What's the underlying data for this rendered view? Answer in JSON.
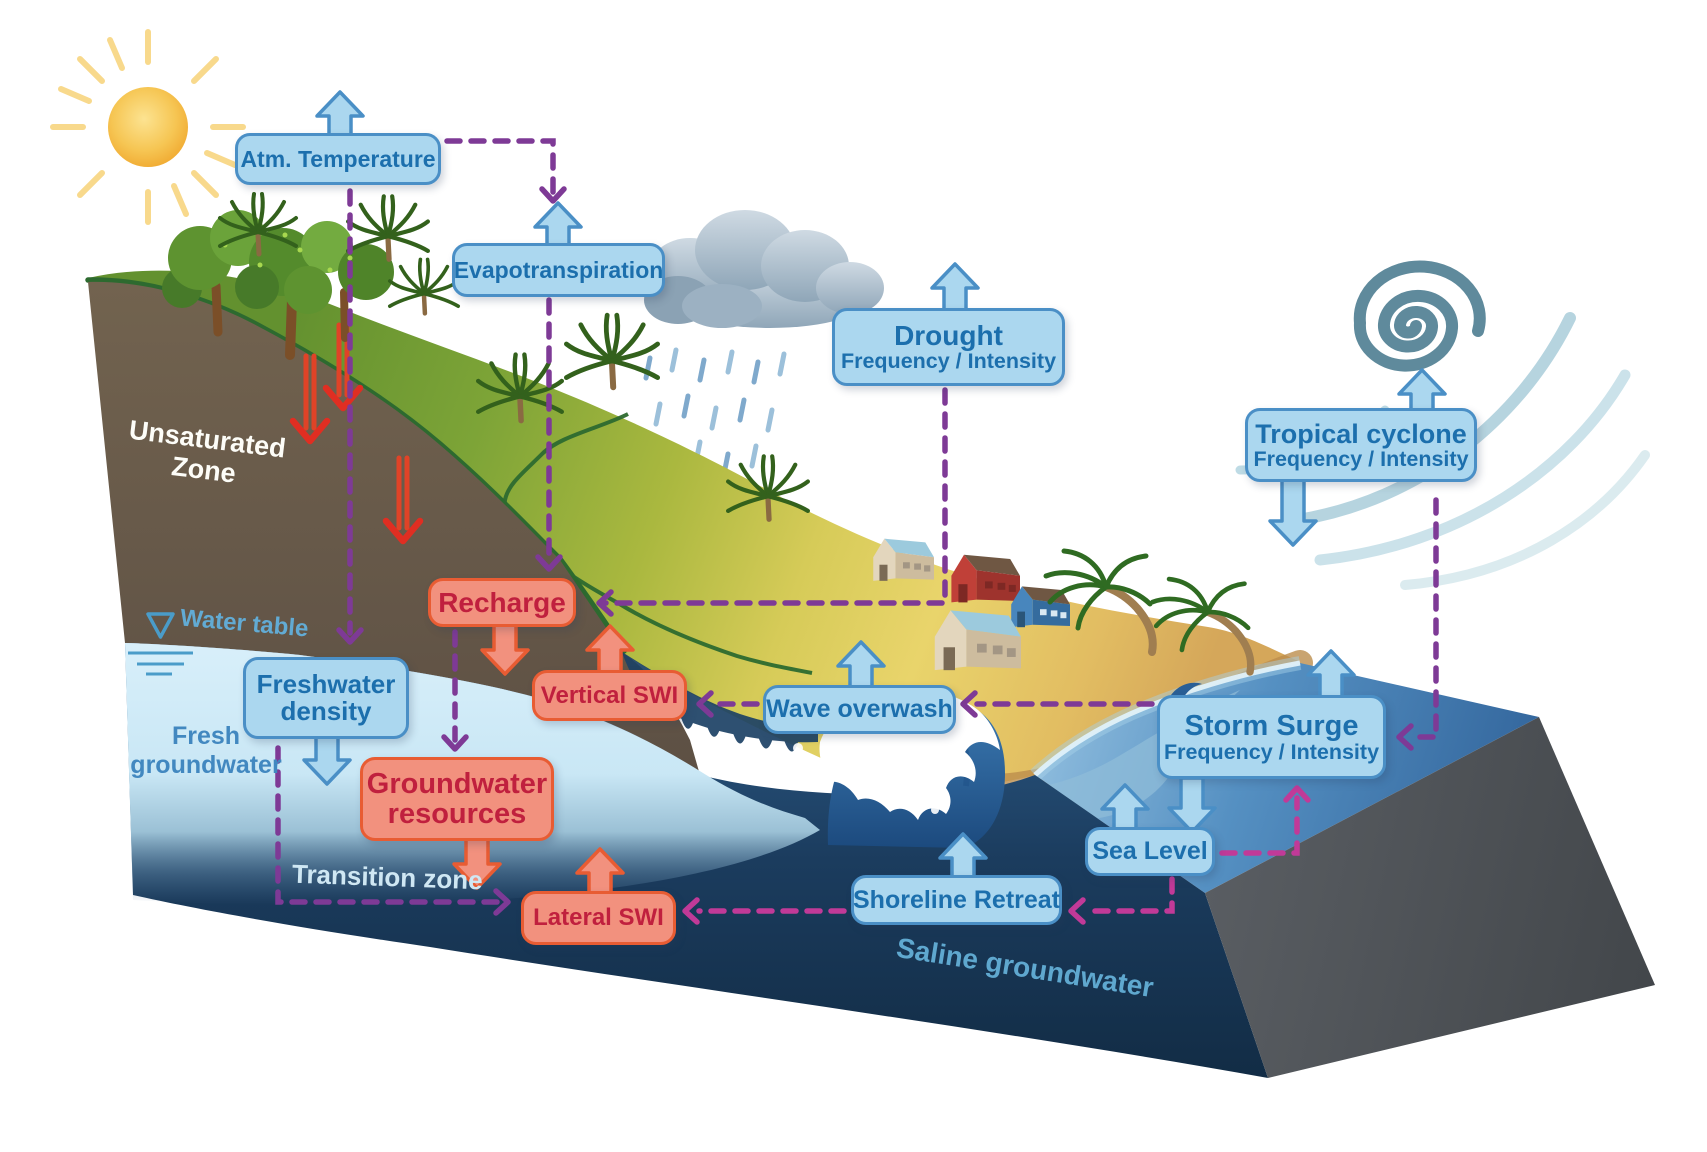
{
  "boxes": {
    "atm_temperature": {
      "label": "Atm. Temperature",
      "trend_arrows": "up"
    },
    "evapotranspiration": {
      "label": "Evapotranspiration",
      "trend_arrows": "up"
    },
    "drought": {
      "title": "Drought",
      "subtitle": "Frequency / Intensity",
      "trend_arrows": "up"
    },
    "tropical_cyclone": {
      "title": "Tropical cyclone",
      "subtitle": "Frequency / Intensity",
      "trend_arrows": "up-down"
    },
    "storm_surge": {
      "title": "Storm Surge",
      "subtitle": "Frequency / Intensity",
      "trend_arrows": "up-down"
    },
    "sea_level": {
      "label": "Sea Level",
      "trend_arrows": "up"
    },
    "wave_overwash": {
      "label": "Wave overwash",
      "trend_arrows": "up"
    },
    "shoreline_retreat": {
      "label": "Shoreline Retreat",
      "trend_arrows": "up"
    },
    "recharge": {
      "label": "Recharge",
      "trend_arrows": "down"
    },
    "vertical_swi": {
      "label": "Vertical SWI",
      "trend_arrows": "up"
    },
    "lateral_swi": {
      "label": "Lateral SWI",
      "trend_arrows": "up"
    },
    "groundwater_resources": {
      "label": "Groundwater resources",
      "trend_arrows": "down"
    },
    "freshwater_density": {
      "label": "Freshwater density",
      "trend_arrows": "down"
    }
  },
  "zone_labels": {
    "unsaturated_zone": "Unsaturated Zone",
    "water_table": "Water table",
    "fresh_groundwater": "Fresh groundwater",
    "transition_zone": "Transition zone",
    "saline_groundwater": "Saline groundwater"
  },
  "connections": [
    {
      "from": "Atm. Temperature",
      "to": "Evapotranspiration",
      "style": "dashed",
      "color": "purple"
    },
    {
      "from": "Atm. Temperature",
      "to": "Freshwater density",
      "style": "dashed",
      "color": "purple"
    },
    {
      "from": "Evapotranspiration",
      "to": "Recharge",
      "style": "dashed",
      "color": "purple"
    },
    {
      "from": "Drought Frequency / Intensity",
      "to": "Recharge",
      "style": "dashed",
      "color": "purple"
    },
    {
      "from": "Recharge",
      "to": "Groundwater resources",
      "style": "dashed",
      "color": "purple"
    },
    {
      "from": "Freshwater density",
      "to": "Lateral SWI",
      "style": "dashed",
      "color": "purple"
    },
    {
      "from": "Wave overwash",
      "to": "Vertical SWI",
      "style": "dashed",
      "color": "purple"
    },
    {
      "from": "Storm Surge Frequency / Intensity",
      "to": "Wave overwash",
      "style": "dashed",
      "color": "purple"
    },
    {
      "from": "Tropical cyclone Frequency / Intensity",
      "to": "Storm Surge Frequency / Intensity",
      "style": "dashed",
      "color": "purple"
    },
    {
      "from": "Sea Level",
      "to": "Storm Surge Frequency / Intensity",
      "style": "dashed",
      "color": "magenta"
    },
    {
      "from": "Sea Level",
      "to": "Shoreline Retreat",
      "style": "dashed",
      "color": "magenta"
    },
    {
      "from": "Shoreline Retreat",
      "to": "Lateral SWI",
      "style": "dashed",
      "color": "magenta"
    }
  ],
  "icons": {
    "sun": "sun-icon",
    "rain_cloud": "rain-cloud-icon",
    "tropical_cyclone": "cyclone-icon",
    "breaking_wave": "wave-icon",
    "houses": "house-icon",
    "palm_trees": "palm-tree-icon",
    "water_table_marker": "water-table-icon",
    "infiltration_arrows": "infiltration-arrow-icon"
  },
  "colors": {
    "box_blue_fill": "#abd7ef",
    "box_blue_border": "#4a8fc6",
    "box_blue_text": "#1c6fad",
    "box_orange_fill": "#f2917e",
    "box_orange_border": "#e85c33",
    "box_orange_text": "#c0203e",
    "dash_purple": "#7e3a96",
    "dash_magenta": "#c13a98",
    "fresh_groundwater": "#c9e6f5",
    "saline_groundwater": "#16334e",
    "ocean": "#4e8abc",
    "sand": "#e9d46b",
    "grass": "#7da437",
    "soil": "#6b5d4f",
    "sun": "#f2ae35"
  }
}
